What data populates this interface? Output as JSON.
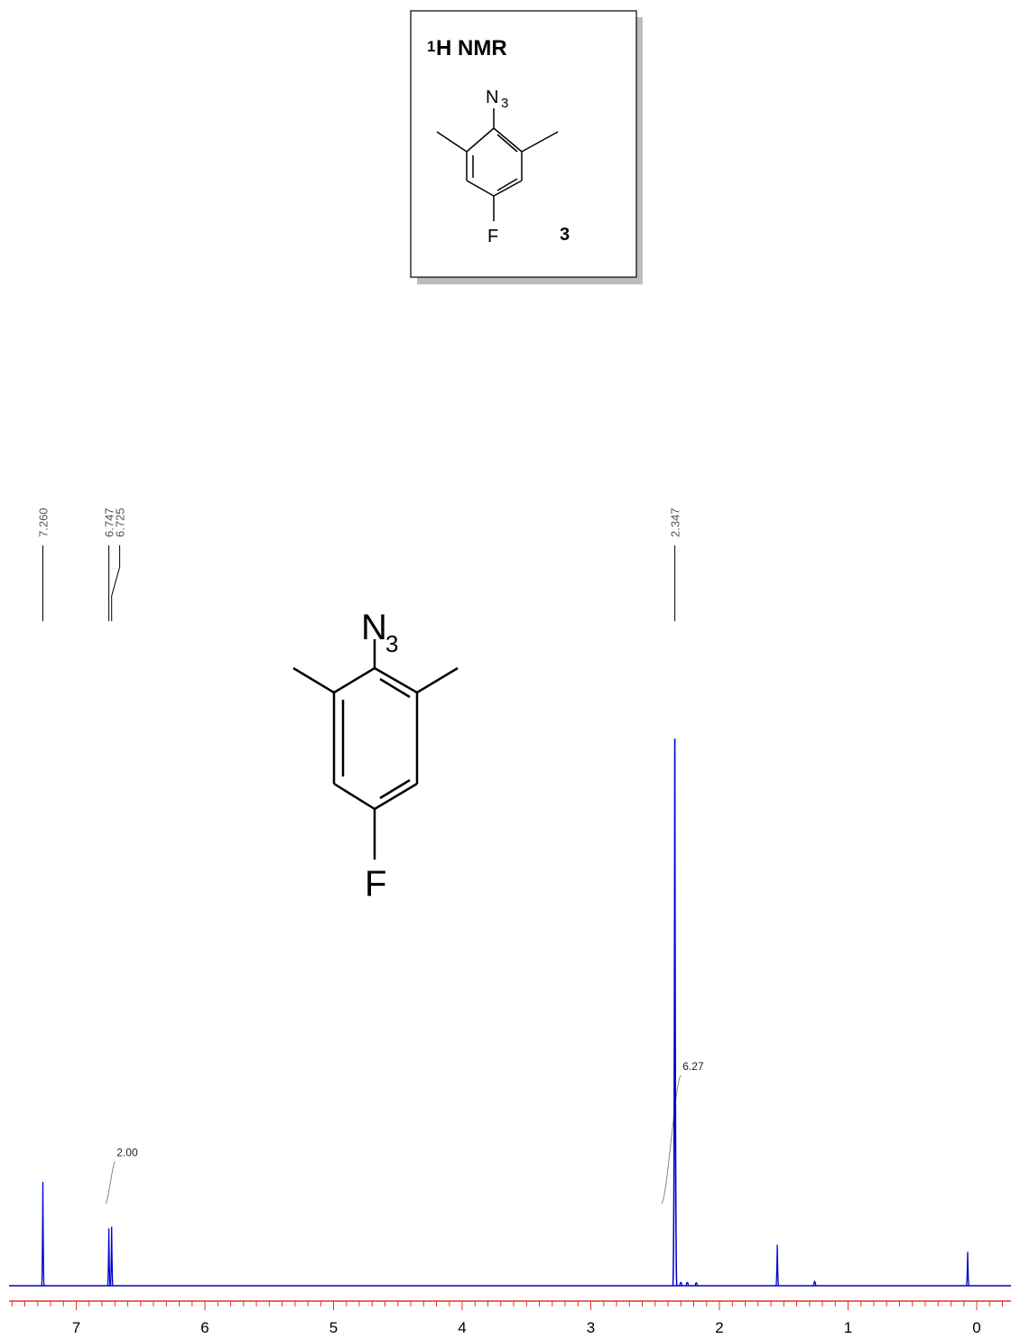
{
  "inset_box": {
    "title_sup": "1",
    "title_main": "H NMR",
    "azide_label_main": "N",
    "azide_label_sub": "3",
    "halogen_label": "F",
    "compound_number": "3"
  },
  "main_structure": {
    "azide_label_main": "N",
    "azide_label_sub": "3",
    "halogen_label": "F"
  },
  "chart_data": {
    "type": "line",
    "xlim": [
      7.5,
      -0.3
    ],
    "x_reversed": true,
    "x_ticks": [
      7,
      6,
      5,
      4,
      3,
      2,
      1,
      0
    ],
    "x_tick_labels": [
      "7",
      "6",
      "5",
      "4",
      "3",
      "2",
      "1",
      "0"
    ],
    "minor_tick_step": 0.1,
    "spectrum_color": "#0000cc",
    "axis_color": "#e8302a",
    "label_color": "#555555",
    "peaks": [
      {
        "ppm": 7.26,
        "intensity": 0.19
      },
      {
        "ppm": 6.747,
        "intensity": 0.105
      },
      {
        "ppm": 6.725,
        "intensity": 0.108
      },
      {
        "ppm": 2.347,
        "intensity": 1.0
      },
      {
        "ppm": 2.3,
        "intensity": 0.006
      },
      {
        "ppm": 2.25,
        "intensity": 0.006
      },
      {
        "ppm": 2.18,
        "intensity": 0.005
      },
      {
        "ppm": 1.55,
        "intensity": 0.075
      },
      {
        "ppm": 1.26,
        "intensity": 0.008
      },
      {
        "ppm": 0.07,
        "intensity": 0.062
      }
    ],
    "peak_labels": [
      {
        "ppm": 7.26,
        "text": "7.260"
      },
      {
        "ppm": 6.747,
        "text": "6.747"
      },
      {
        "ppm": 6.725,
        "text": "6.725"
      },
      {
        "ppm": 2.347,
        "text": "2.347"
      }
    ],
    "integrals": [
      {
        "from": 6.77,
        "to": 6.7,
        "value": "2.00",
        "start_level": 0.0,
        "end_level": 0.22
      },
      {
        "from": 2.45,
        "to": 2.3,
        "value": "6.27",
        "start_level": 0.0,
        "end_level": 0.67
      }
    ]
  }
}
